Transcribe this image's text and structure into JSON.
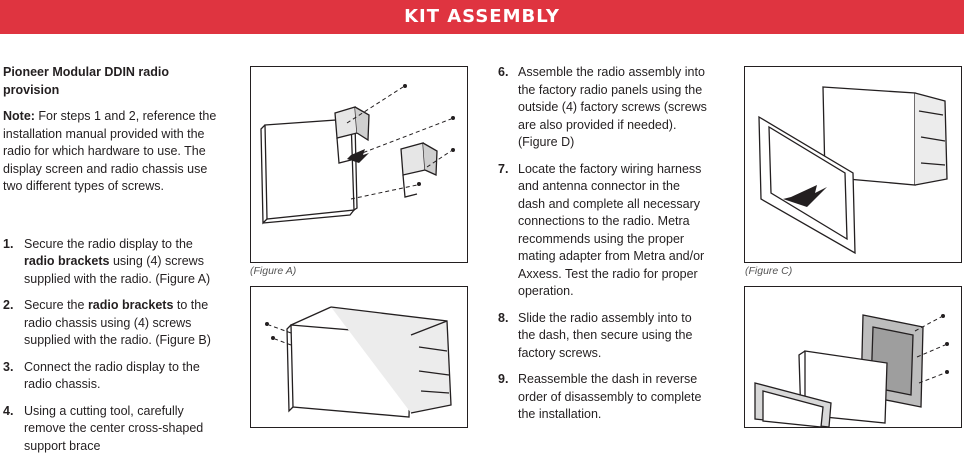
{
  "header": {
    "title": "KIT ASSEMBLY"
  },
  "left": {
    "heading": "Pioneer Modular DDIN radio provision",
    "note_label": "Note:",
    "note_text": " For steps 1 and 2, reference the installation manual provided with the radio for which hardware to use. The display screen and radio chassis use two different types of screws.",
    "steps": [
      {
        "num": "1.",
        "pre": "Secure the radio display to the ",
        "bold": "radio brackets",
        "post": " using (4) screws supplied with the radio. (Figure A)"
      },
      {
        "num": "2.",
        "pre": "Secure the ",
        "bold": "radio brackets",
        "post": " to the radio chassis using (4) screws supplied with the radio. (Figure B)"
      },
      {
        "num": "3.",
        "pre": "Connect the radio display to the radio chassis.",
        "bold": "",
        "post": ""
      },
      {
        "num": "4.",
        "pre": "Using a cutting tool, carefully remove the center cross-shaped support brace",
        "bold": "",
        "post": ""
      }
    ]
  },
  "right": {
    "steps": [
      {
        "num": "6.",
        "text": "Assemble the radio assembly into the factory radio panels using the outside (4) factory screws (screws are also provided if needed). (Figure D)"
      },
      {
        "num": "7.",
        "text": "Locate the factory wiring harness and antenna connector in the dash and complete all necessary connections to the radio. Metra recommends using the proper mating adapter from Metra and/or Axxess. Test the radio for proper operation."
      },
      {
        "num": "8.",
        "text": "Slide the radio assembly into to the dash, then secure using the factory screws."
      },
      {
        "num": "9.",
        "text": "Reassemble the dash in reverse order of disassembly to complete the installation."
      }
    ]
  },
  "figures": {
    "a_caption": "(Figure A)",
    "c_caption": "(Figure C)"
  }
}
